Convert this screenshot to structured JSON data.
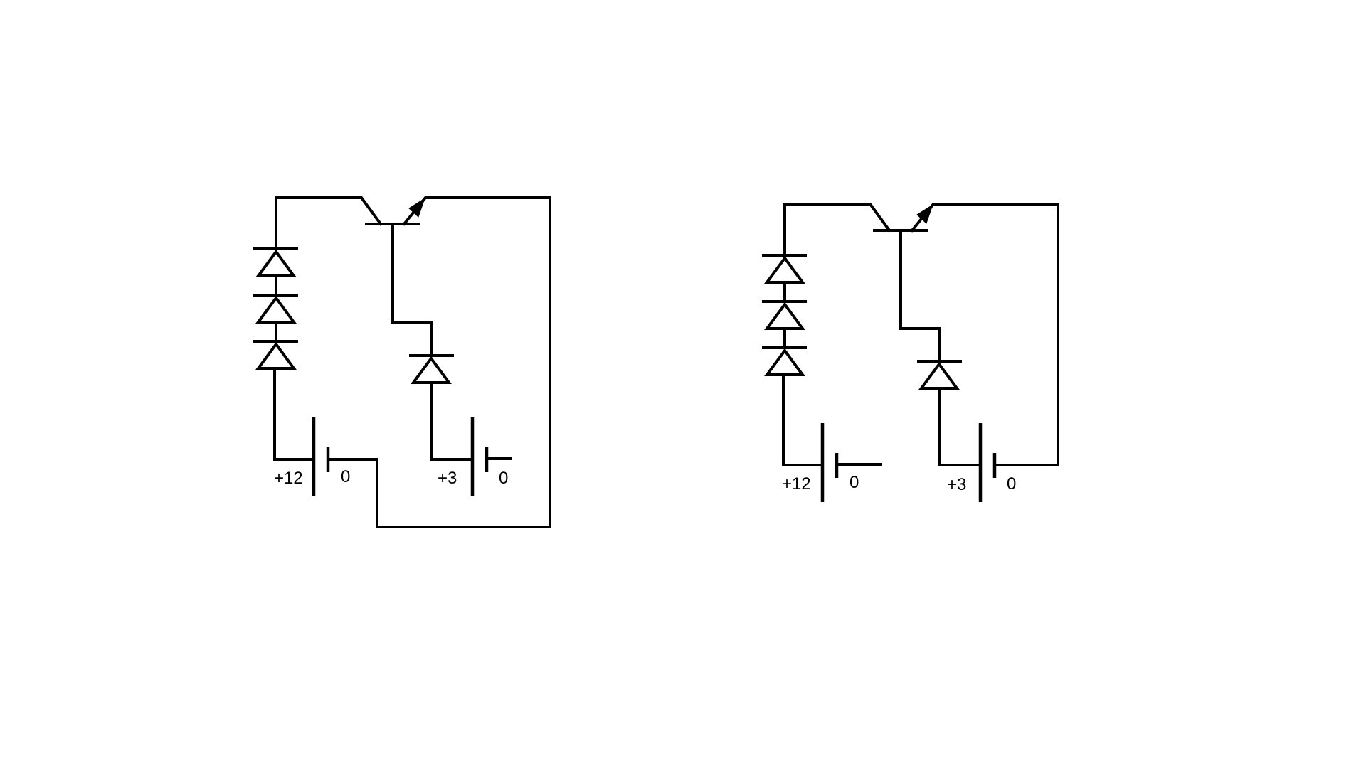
{
  "colors": {
    "background": "#ffffff",
    "ink": "#000000"
  },
  "circuits": [
    {
      "id": "left",
      "labels": {
        "battery_12_positive": "+12",
        "battery_12_zero": "0",
        "battery_3_positive": "+3",
        "battery_3_zero": "0"
      }
    },
    {
      "id": "right",
      "labels": {
        "battery_12_positive": "+12",
        "battery_12_zero": "0",
        "battery_3_positive": "+3",
        "battery_3_zero": "0"
      }
    }
  ]
}
